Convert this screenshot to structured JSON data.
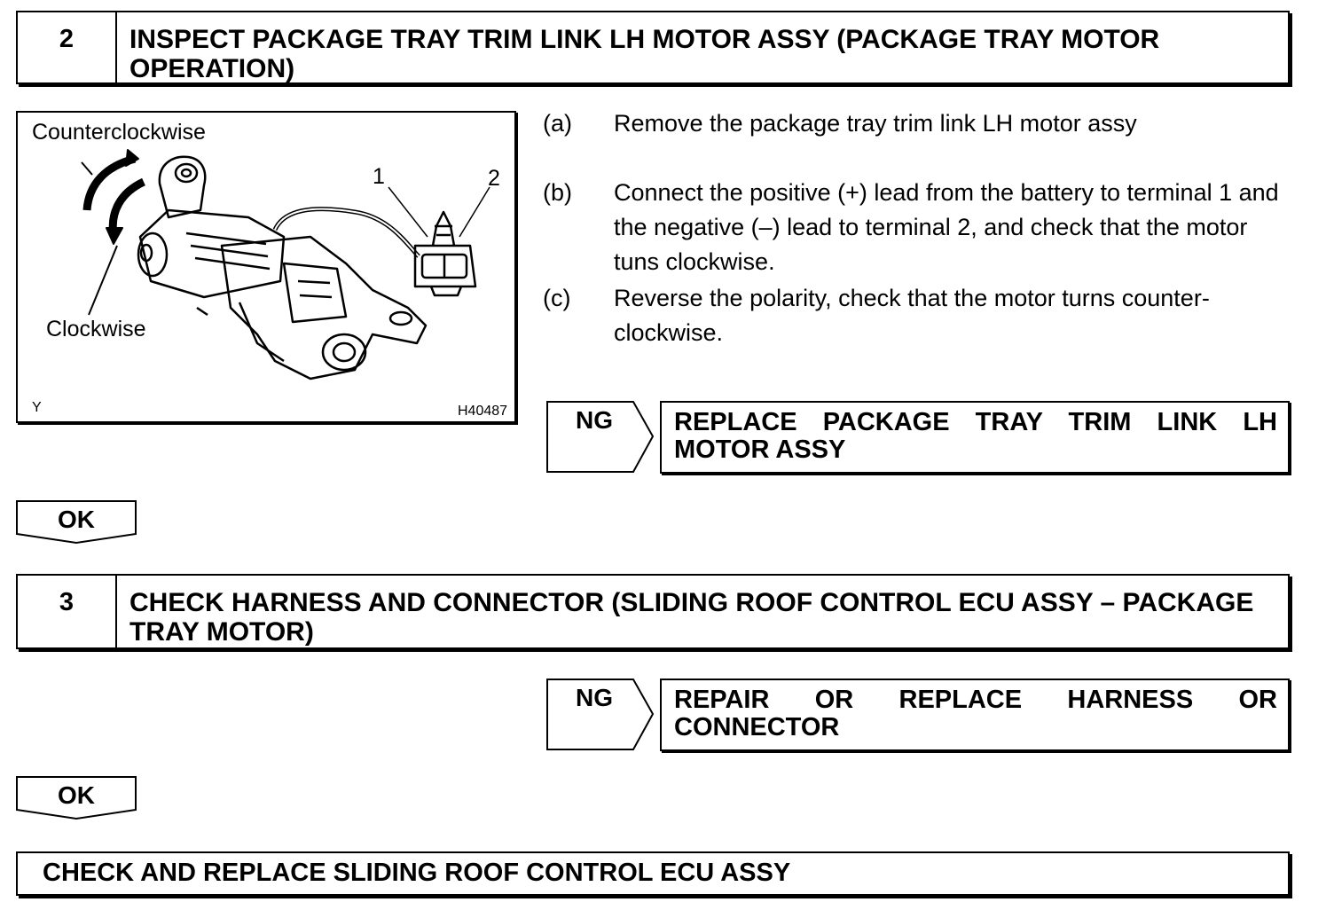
{
  "step2": {
    "number": "2",
    "title": "INSPECT PACKAGE TRAY TRIM LINK LH MOTOR ASSY (PACKAGE TRAY MOTOR OPERATION)"
  },
  "figure": {
    "label_ccw": "Counterclockwise",
    "label_cw": "Clockwise",
    "terminal_1": "1",
    "terminal_2": "2",
    "corner_left": "Y",
    "figure_code": "H40487"
  },
  "instructions": [
    {
      "mark": "(a)",
      "text": "Remove the package tray trim link LH motor assy"
    },
    {
      "mark": "(b)",
      "text": "Connect the positive (+) lead from the battery to terminal 1 and the negative (–) lead to terminal 2, and check that the motor tuns clockwise."
    },
    {
      "mark": "(c)",
      "text": "Reverse the polarity, check that the motor turns counter-clockwise."
    }
  ],
  "ng1": {
    "label": "NG",
    "result": "REPLACE PACKAGE TRAY TRIM LINK LH MOTOR ASSY"
  },
  "ok1": {
    "label": "OK"
  },
  "step3": {
    "number": "3",
    "title": "CHECK HARNESS AND CONNECTOR (SLIDING ROOF CONTROL ECU ASSY – PACKAGE TRAY MOTOR)"
  },
  "ng2": {
    "label": "NG",
    "result": "REPAIR OR REPLACE HARNESS OR CONNECTOR"
  },
  "ok2": {
    "label": "OK"
  },
  "final": {
    "title": "CHECK AND REPLACE SLIDING ROOF CONTROL ECU ASSY"
  }
}
